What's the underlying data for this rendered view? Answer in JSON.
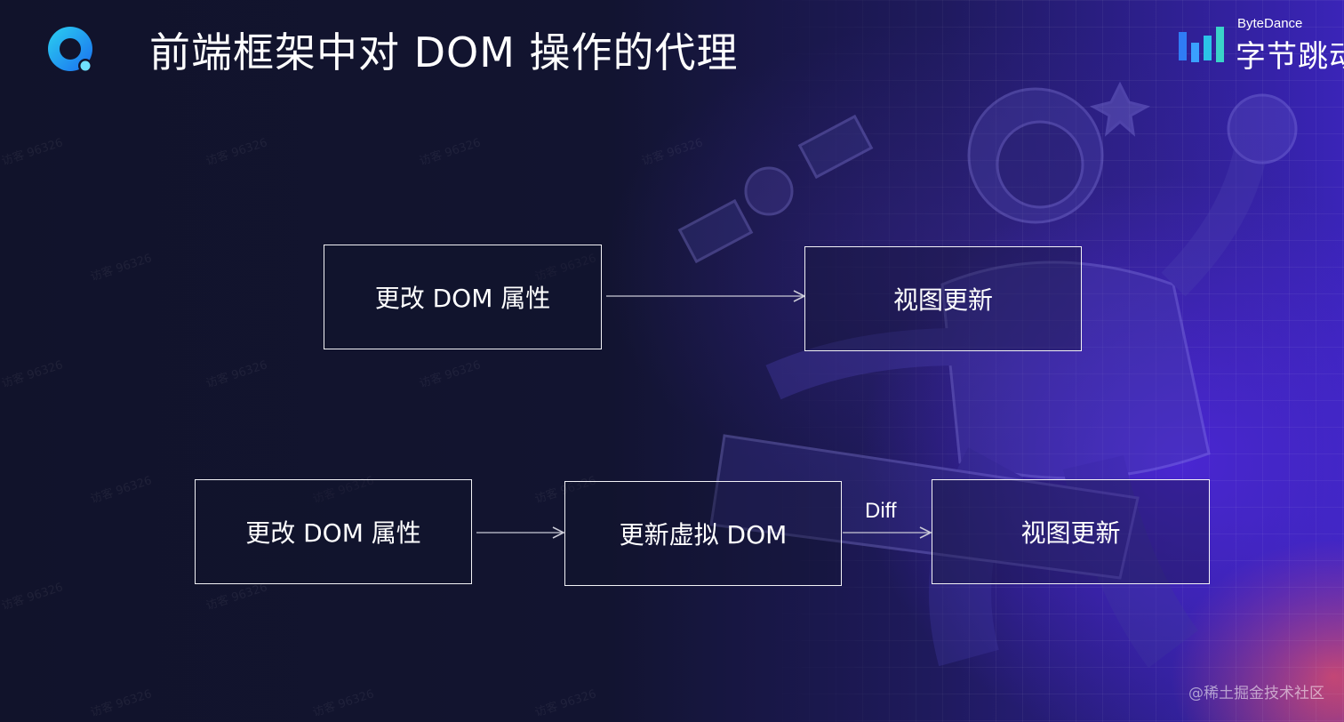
{
  "header": {
    "title": "前端框架中对 DOM 操作的代理"
  },
  "brand": {
    "name_en": "ByteDance",
    "name_cn": "字节跳动"
  },
  "diagram": {
    "flow1": {
      "source": "更改 DOM 属性",
      "target": "视图更新"
    },
    "flow2": {
      "source": "更改 DOM 属性",
      "middle": "更新虚拟 DOM",
      "target": "视图更新",
      "edge_label": "Diff"
    }
  },
  "footer": {
    "credit": "@稀土掘金技术社区"
  },
  "colors": {
    "background": "#11132b",
    "accent_purple": "#3a24b8",
    "accent_red": "#e14e62",
    "logo_blue": "#1f8ff5",
    "box_border": "#f2f2f6"
  },
  "icons": {
    "app_logo": "q-logo-icon",
    "brand_logo": "bar-chart-brand-icon",
    "illustration": "astronaut-illustration"
  }
}
